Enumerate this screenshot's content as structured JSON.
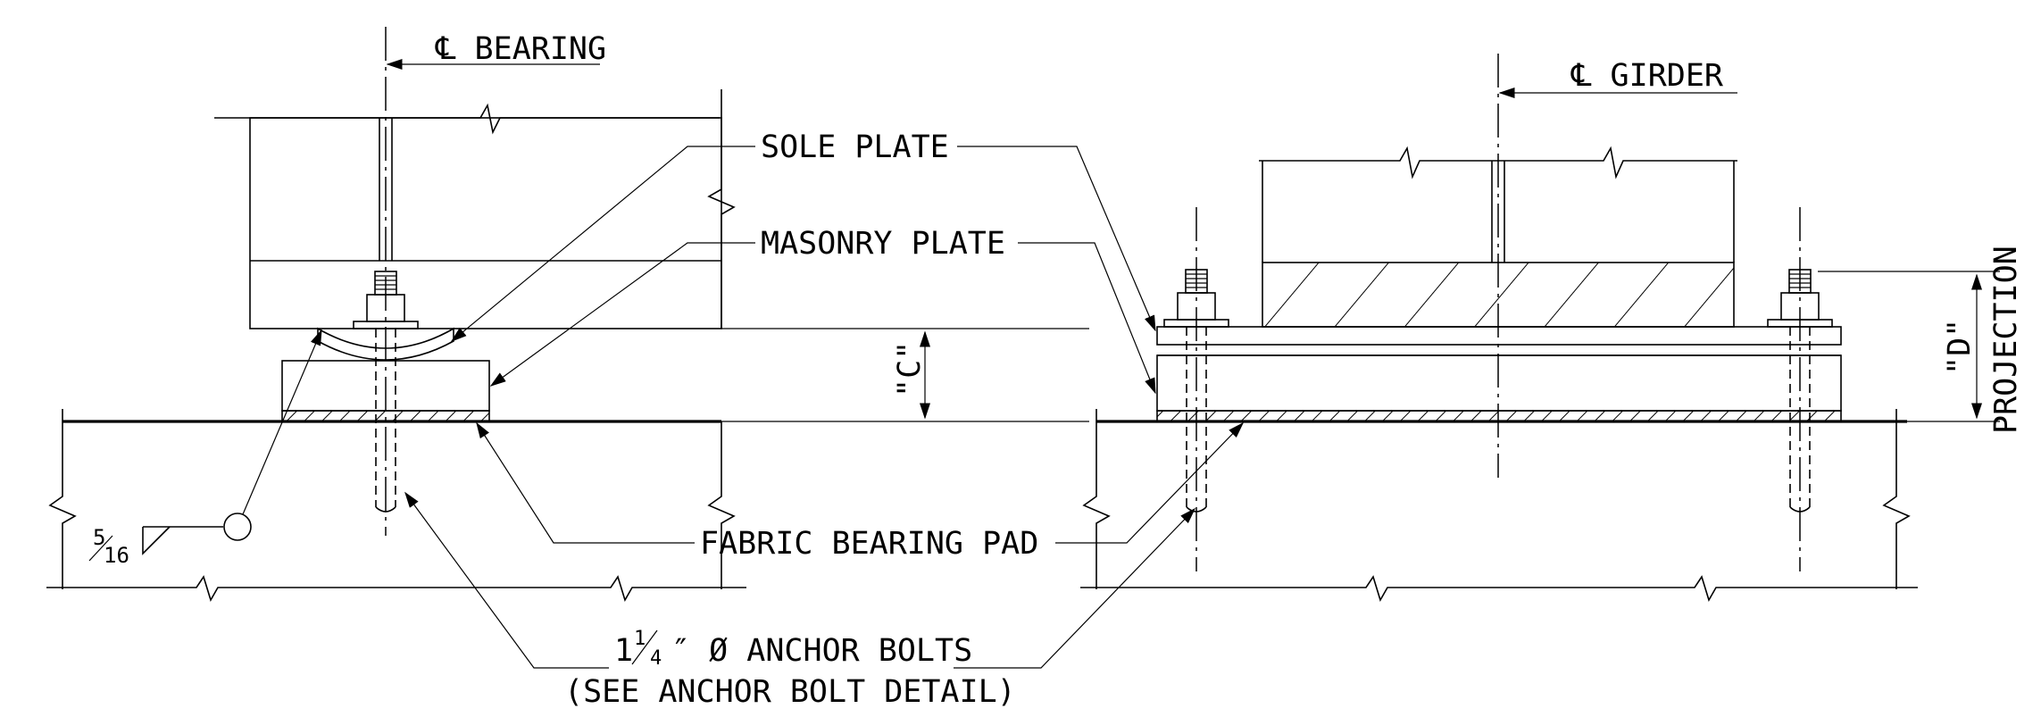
{
  "labels": {
    "cl_bearing": "℄ BEARING",
    "cl_girder": "℄ GIRDER",
    "sole_plate": "SOLE PLATE",
    "masonry_plate": "MASONRY PLATE",
    "fabric_bearing_pad": "FABRIC BEARING PAD",
    "anchor_bolts_prefix": "1",
    "anchor_bolts_fraction_num": "1",
    "anchor_bolts_fraction_den": "4",
    "anchor_bolts_suffix": "″ Ø ANCHOR BOLTS",
    "see_detail": "(SEE ANCHOR BOLT DETAIL)",
    "dim_c": "\"C\"",
    "dim_d": "\"D\"",
    "projection": "PROJECTION",
    "weld_num": "5",
    "weld_den": "16"
  }
}
